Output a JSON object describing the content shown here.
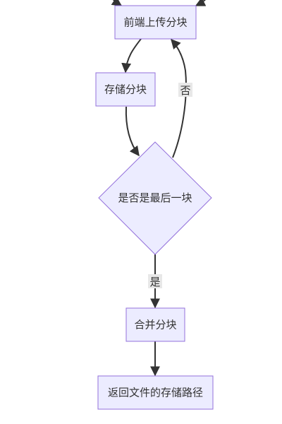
{
  "colors": {
    "node_fill": "#ececff",
    "node_stroke": "#9370db",
    "edge": "#333333",
    "edge_label_bg": "#e8e8e8",
    "text": "#333333"
  },
  "nodes": {
    "upload": "前端上传分块",
    "store": "存储分块",
    "decision": "是否是最后一块",
    "merge": "合并分块",
    "return": "返回文件的存储路径"
  },
  "edges": {
    "no_label": "否",
    "yes_label": "是"
  }
}
